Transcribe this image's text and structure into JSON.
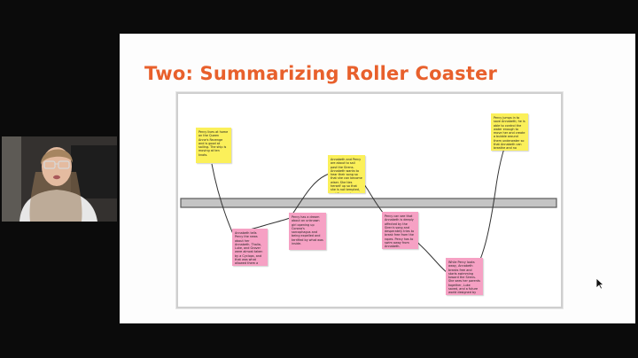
{
  "slide": {
    "title": "Two: Summarizing Roller Coaster",
    "title_color": "#e8602c"
  },
  "timeline": {
    "bar_color": "#c4c4c4",
    "bar_border": "#5a5a5a"
  },
  "colors": {
    "sticky_yellow": "#fbf05a",
    "sticky_pink": "#f6a1c4",
    "curve": "#333333"
  },
  "notes": [
    {
      "id": "n1",
      "color": "yellow",
      "text": "Percy lives at home on the Queen Anne's Revenge and is good at sailing. The ship is moving at ten knots."
    },
    {
      "id": "n2",
      "color": "pink",
      "text": "Annabeth tells Percy the news about her Annabeth. Thalia, Luke, and Grover were almost taken by a Cyclops, and that was what allowed them a getting to Camp ... Half-Blood and tell us to Thalia's tree."
    },
    {
      "id": "n3",
      "color": "pink",
      "text": "Percy has a dream about an unknown girl opening up Corona's sarcophagus and being expelled and terrified by what was inside."
    },
    {
      "id": "n4",
      "color": "yellow",
      "text": "Annabeth and Percy are about to sail past the Sirens. Annabeth wants to hear their song so that she can become wiser. She ties herself up so that she is not tempted, and Percy puts wax in his ears."
    },
    {
      "id": "n5",
      "color": "pink",
      "text": "Percy can see that Annabeth is deeply affected by the Siren's song and desperately tries to break free from the ropes. Percy has to swim away from Annabeth."
    },
    {
      "id": "n6",
      "color": "pink",
      "text": "While Percy looks away, Annabeth breaks free and starts swimming toward the Sirens. She sees her parents together, Luke saved, and a future world designed by her."
    },
    {
      "id": "n7",
      "color": "yellow",
      "text": "Percy jumps in to save Annabeth; he is able to control the water enough to move her and create a bubble around them underwater so that Annabeth can breathe and no longer hear the Siren's song. Their ... finally back to ..."
    }
  ],
  "webcam": {
    "description_icon": "webcam-person"
  },
  "icons": {
    "cursor": "mouse-pointer-icon"
  }
}
